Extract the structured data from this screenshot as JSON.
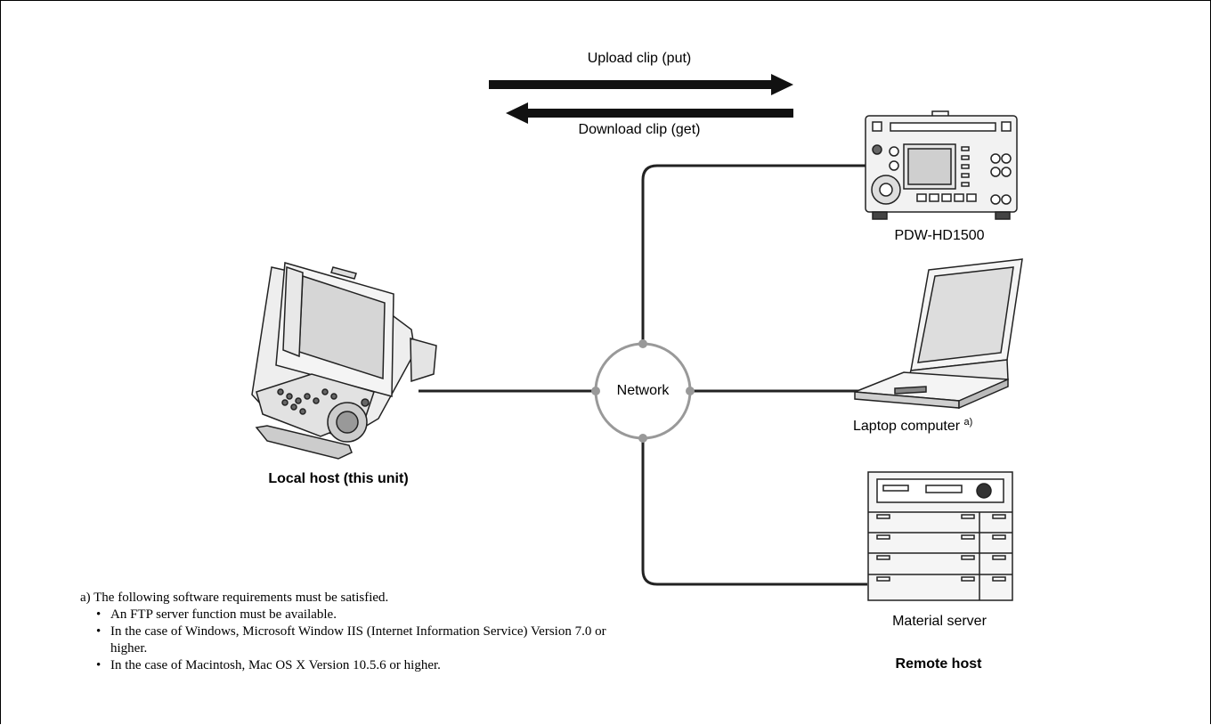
{
  "arrows": {
    "upload_label": "Upload clip (put)",
    "download_label": "Download clip (get)"
  },
  "network": {
    "label": "Network"
  },
  "devices": {
    "pdw": {
      "label": "PDW-HD1500"
    },
    "laptop": {
      "label": "Laptop computer",
      "note_marker": "a)"
    },
    "server": {
      "label": "Material server"
    },
    "local_host": {
      "label": "Local host (this unit)"
    },
    "remote_host": {
      "label": "Remote host"
    }
  },
  "footnote": {
    "intro": "a) The following software requirements must be satisfied.",
    "items": [
      "An FTP server function must be available.",
      "In the case of Windows, Microsoft Window IIS (Internet Information Service) Version 7.0 or higher.",
      "In the case of Macintosh, Mac OS X Version 10.5.6 or higher."
    ]
  }
}
